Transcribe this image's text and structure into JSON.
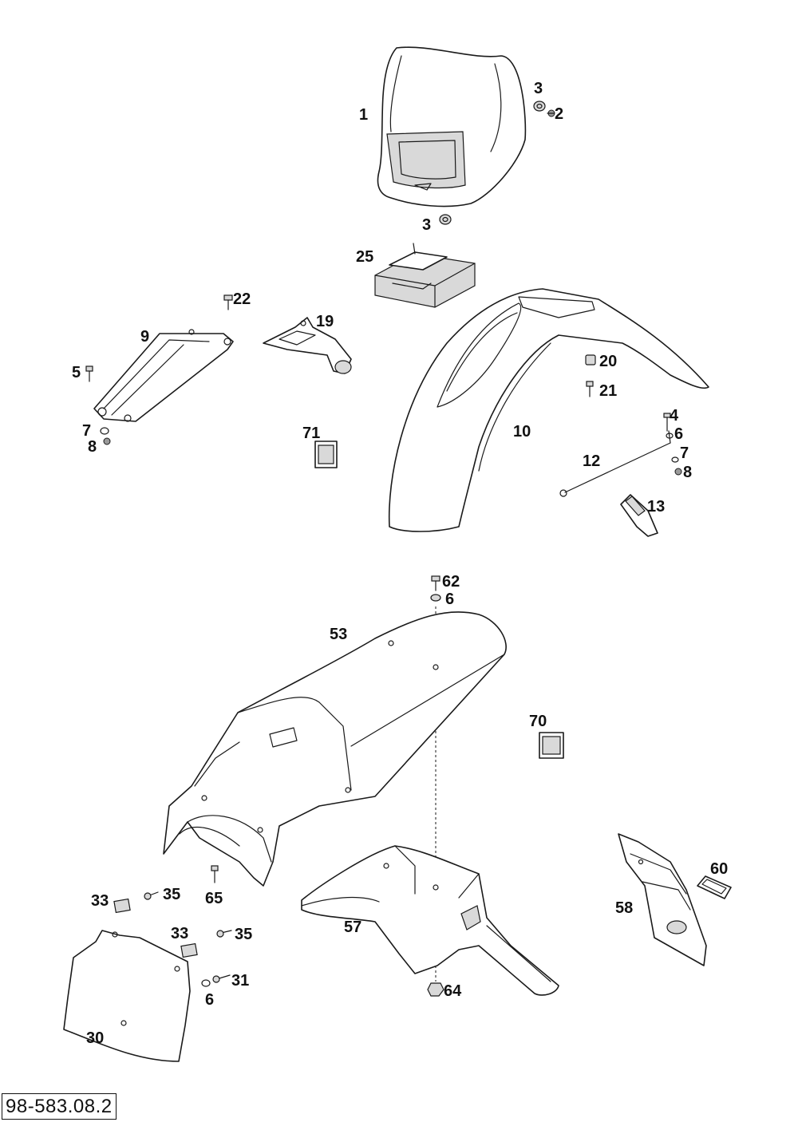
{
  "diagram": {
    "callouts": [
      "1",
      "2",
      "3",
      "3",
      "25",
      "22",
      "19",
      "9",
      "5",
      "7",
      "8",
      "71",
      "10",
      "20",
      "21",
      "4",
      "6",
      "7",
      "8",
      "12",
      "13",
      "62",
      "6",
      "53",
      "70",
      "33",
      "35",
      "65",
      "33",
      "35",
      "57",
      "64",
      "31",
      "6",
      "30",
      "60",
      "58"
    ]
  },
  "footer": {
    "reference": "98-583.08.2"
  }
}
